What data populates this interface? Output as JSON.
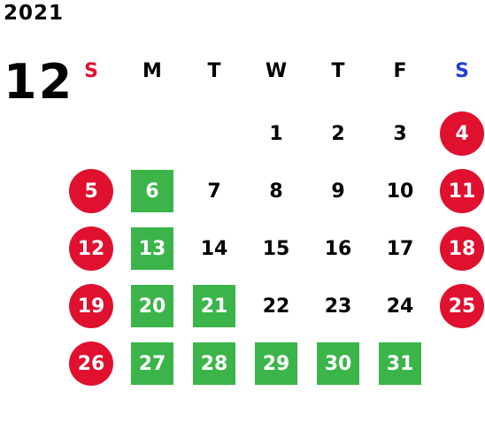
{
  "calendar": {
    "year": "2021",
    "month": "12",
    "weekdays": [
      {
        "label": "S",
        "color": "#e0102f"
      },
      {
        "label": "M",
        "color": "#000000"
      },
      {
        "label": "T",
        "color": "#000000"
      },
      {
        "label": "W",
        "color": "#000000"
      },
      {
        "label": "T",
        "color": "#000000"
      },
      {
        "label": "F",
        "color": "#000000"
      },
      {
        "label": "S",
        "color": "#1f3fcf"
      }
    ],
    "colors": {
      "holiday_circle": "#e0102f",
      "highlight_box": "#3bb54a"
    },
    "weeks": [
      [
        null,
        null,
        null,
        {
          "day": "1"
        },
        {
          "day": "2"
        },
        {
          "day": "3"
        },
        {
          "day": "4",
          "style": "circle"
        }
      ],
      [
        {
          "day": "5",
          "style": "circle"
        },
        {
          "day": "6",
          "style": "box"
        },
        {
          "day": "7"
        },
        {
          "day": "8"
        },
        {
          "day": "9"
        },
        {
          "day": "10"
        },
        {
          "day": "11",
          "style": "circle"
        }
      ],
      [
        {
          "day": "12",
          "style": "circle"
        },
        {
          "day": "13",
          "style": "box"
        },
        {
          "day": "14"
        },
        {
          "day": "15"
        },
        {
          "day": "16"
        },
        {
          "day": "17"
        },
        {
          "day": "18",
          "style": "circle"
        }
      ],
      [
        {
          "day": "19",
          "style": "circle"
        },
        {
          "day": "20",
          "style": "box"
        },
        {
          "day": "21",
          "style": "box"
        },
        {
          "day": "22"
        },
        {
          "day": "23"
        },
        {
          "day": "24"
        },
        {
          "day": "25",
          "style": "circle"
        }
      ],
      [
        {
          "day": "26",
          "style": "circle"
        },
        {
          "day": "27",
          "style": "box"
        },
        {
          "day": "28",
          "style": "box"
        },
        {
          "day": "29",
          "style": "box"
        },
        {
          "day": "30",
          "style": "box"
        },
        {
          "day": "31",
          "style": "box"
        },
        null
      ]
    ]
  }
}
